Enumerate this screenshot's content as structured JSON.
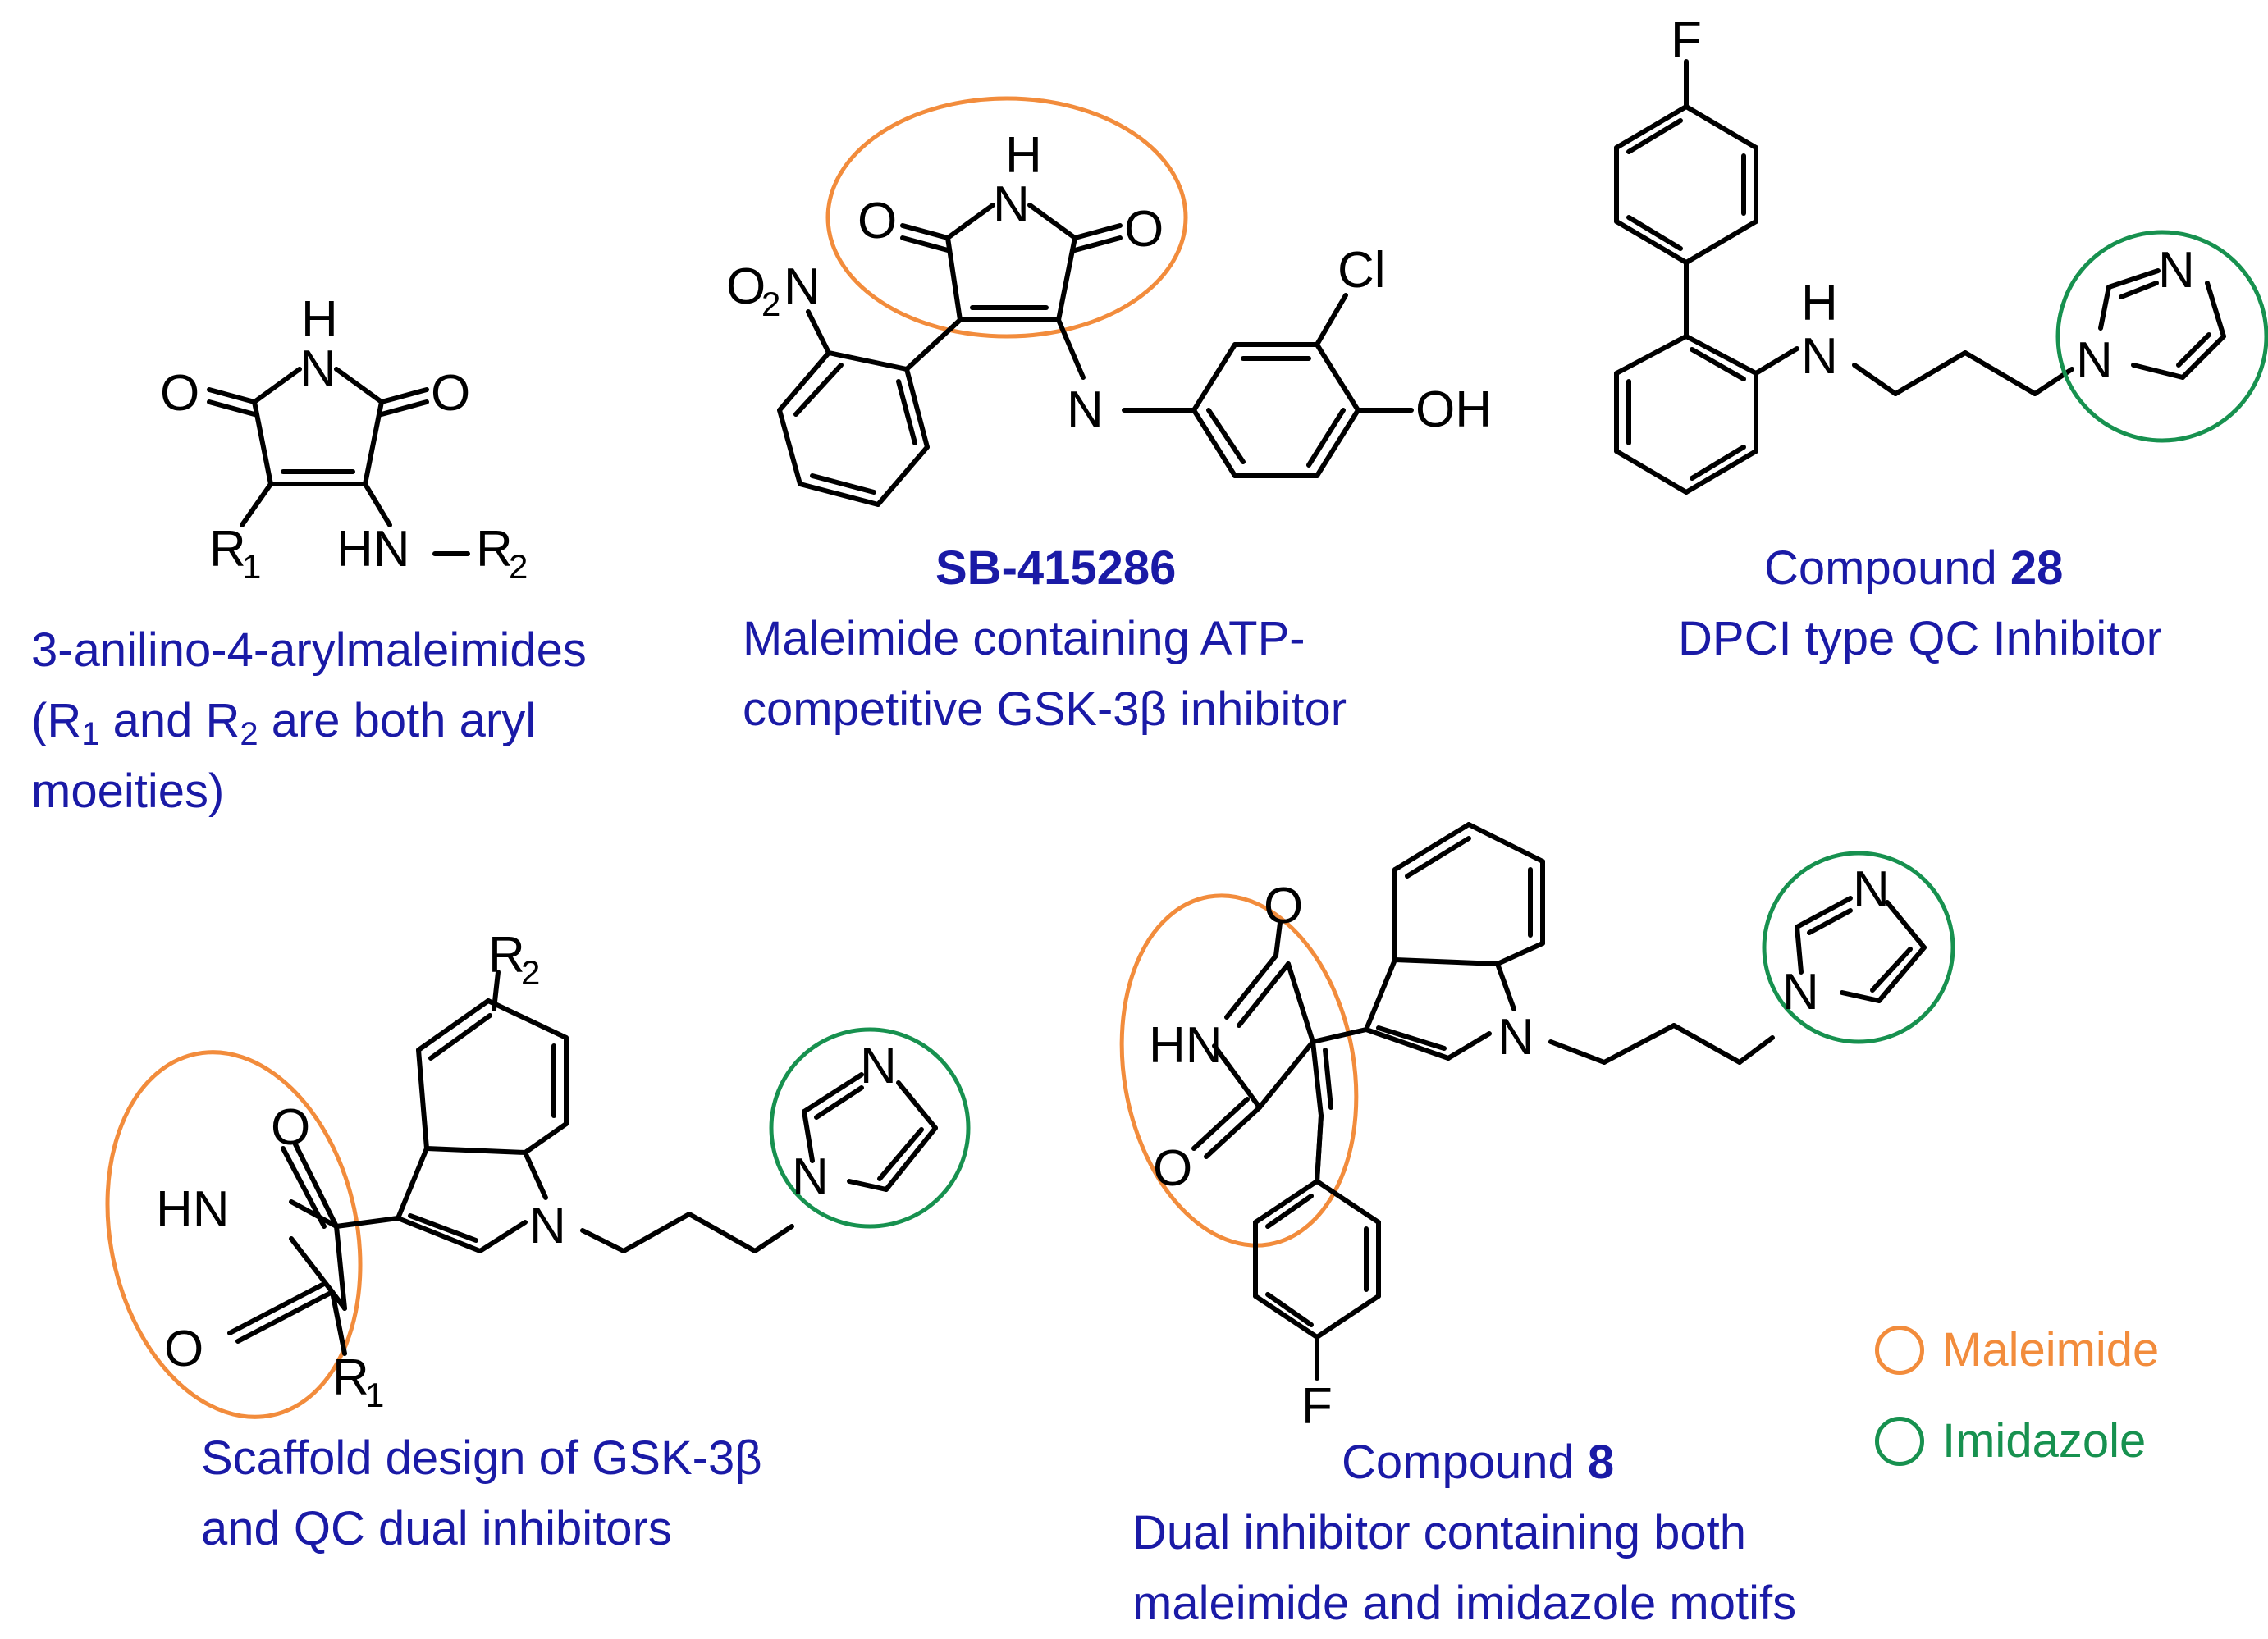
{
  "colors": {
    "caption": "#1a1aa6",
    "maleimide": "#f28c3c",
    "imidazole": "#17914f",
    "bond": "#000000"
  },
  "atoms": {
    "H": "H",
    "N": "N",
    "O": "O",
    "F": "F",
    "Cl": "Cl",
    "OH": "OH",
    "HN": "HN",
    "R": "R",
    "sub1": "1",
    "sub2": "2",
    "O2N_O": "O",
    "O2N_2": "2",
    "O2N_N": "N"
  },
  "captions": {
    "c1": {
      "line1": "3-anilino-4-arylmaleimides",
      "line2a": "(R",
      "line2b": "1",
      "line2c": " and R",
      "line2d": "2",
      "line2e": " are both aryl",
      "line3": "moeities)"
    },
    "c2": {
      "name": "SB-415286",
      "line1": "Maleimide containing ATP-",
      "line2": "competitive GSK-3β inhibitor"
    },
    "c3": {
      "prefix": "Compound ",
      "num": "28",
      "line2": "DPCI type QC Inhibitor"
    },
    "c4": {
      "line1": "Scaffold design of GSK-3β",
      "line2": "and QC dual inhibitors"
    },
    "c5": {
      "prefix": "Compound ",
      "num": "8",
      "line2": "Dual inhibitor containing both",
      "line3": "maleimide and imidazole motifs"
    }
  },
  "legend": [
    {
      "label": "Maleimide",
      "color": "#f28c3c"
    },
    {
      "label": "Imidazole",
      "color": "#17914f"
    }
  ]
}
